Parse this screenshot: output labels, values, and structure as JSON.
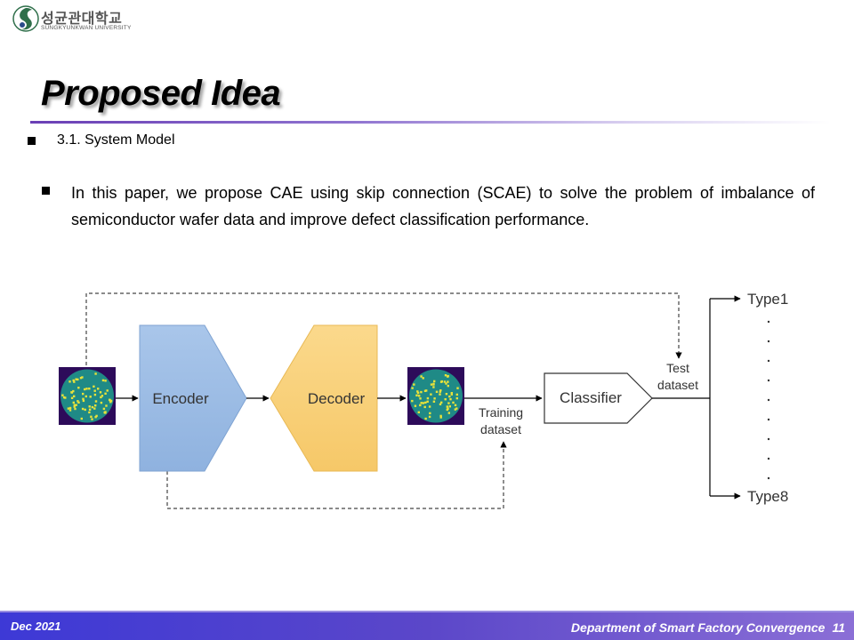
{
  "header": {
    "logo_korean": "성균관대학교",
    "logo_english": "SUNGKYUNKWAN UNIVERSITY"
  },
  "slide": {
    "title": "Proposed Idea",
    "section": "3.1. System Model",
    "paragraph": "In this paper, we propose CAE using skip connection (SCAE) to solve the problem of imbalance of semiconductor wafer data and improve defect classification performance."
  },
  "diagram": {
    "encoder": "Encoder",
    "decoder": "Decoder",
    "classifier": "Classifier",
    "training_line1": "Training",
    "training_line2": "dataset",
    "test_line1": "Test",
    "test_line2": "dataset",
    "type_first": "Type1",
    "type_last": "Type8",
    "colors": {
      "encoder_fill": "#9dbde6",
      "decoder_fill": "#f9d27f",
      "wafer_background": "#2d0b5a",
      "wafer_fill": "#1f8a86",
      "wafer_defect": "#e8e23a"
    }
  },
  "footer": {
    "date": "Dec 2021",
    "department": "Department of Smart Factory Convergence",
    "page": "11"
  }
}
